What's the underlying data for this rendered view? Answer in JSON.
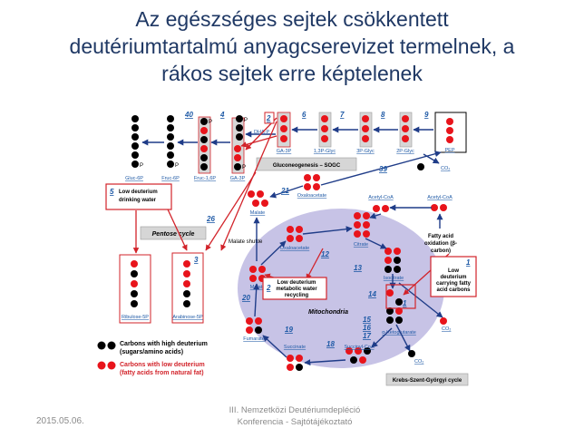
{
  "slide": {
    "title_lines": [
      "Az egészséges sejtek csökkentett",
      "deutériumtartalmú anyagcserevizet termelnek, a",
      "rákos sejtek erre képtelenek"
    ],
    "footer_date": "2015.05.06.",
    "footer_caption_lines": [
      "III. Nemzetközi  Deutériumdepléció",
      "Konferencia - Sajtótájékoztató"
    ]
  },
  "diagram": {
    "colors": {
      "deuterium_high": "#000000",
      "deuterium_low": "#e8141b",
      "mito": "#c7c3e6",
      "arrow": "#1f3c88",
      "box": "#d2232a"
    },
    "molecules": [
      {
        "label": "Gluc-6P"
      },
      {
        "label": "Fruc-6P"
      },
      {
        "label": "Fruc-1,6P"
      },
      {
        "label": "DHA-P"
      },
      {
        "label": "GA-3P"
      },
      {
        "label": "GA-3P"
      },
      {
        "label": "1,3P-Glyc"
      },
      {
        "label": "3P-Glyc"
      },
      {
        "label": "2P-Glyc"
      },
      {
        "label": "PEP"
      },
      {
        "label": "Oxaloacetate"
      },
      {
        "label": "Malate"
      },
      {
        "label": "Acetyl-CoA"
      },
      {
        "label": "Acetyl-CoA"
      },
      {
        "label": "Oxaloacetate"
      },
      {
        "label": "Citrate"
      },
      {
        "label": "Isocitrate"
      },
      {
        "label": "α-Ketoglutarate"
      },
      {
        "label": "Succinyl-CoA"
      },
      {
        "label": "Succinate"
      },
      {
        "label": "Fumarate"
      },
      {
        "label": "Malate"
      },
      {
        "label": "Ribulose-5P"
      },
      {
        "label": "Arabinose-5P"
      }
    ],
    "step_numbers": [
      "40",
      "4",
      "6",
      "7",
      "8",
      "9",
      "39",
      "21",
      "26",
      "12",
      "13",
      "14",
      "20",
      "19",
      "18",
      "15",
      "16",
      "17"
    ],
    "co2": [
      "CO₂",
      "CO₂",
      "CO₂"
    ],
    "phosphate": "P",
    "labels": {
      "gluconeogenesis": "Gluconeogenesis – SOGC",
      "pentose": "Pentose cycle",
      "mitochondria": "Mitochondria",
      "krebs": "Krebs-Szent-Györgyi cycle",
      "malate_shuttle": "Malate shuttle",
      "fatty_acid_oxidation": [
        "Fatty acid",
        "oxidation (β-",
        "carbon)"
      ]
    },
    "callouts": {
      "low_water": {
        "num": "5",
        "lines": [
          "Low deuterium",
          "drinking water"
        ]
      },
      "metabolic_water": {
        "num": "2",
        "lines": [
          "Low deuterium",
          "metabolic water",
          "recycling"
        ]
      },
      "fatty_carbons": {
        "num": "1",
        "lines": [
          "Low",
          "deuterium",
          "carrying fatty",
          "acid carbons"
        ]
      },
      "gap_box": {
        "num": "2"
      },
      "pentose_box": {
        "num": "3"
      },
      "isocitrate_box": {
        "num": "1"
      }
    },
    "legend": [
      {
        "lines": [
          "Carbons with high deuterium",
          "(sugars/amino acids)"
        ],
        "color": "#000000"
      },
      {
        "lines": [
          "Carbons with low deuterium",
          "(fatty acids from natural fat)"
        ],
        "color": "#e8141b"
      }
    ]
  }
}
